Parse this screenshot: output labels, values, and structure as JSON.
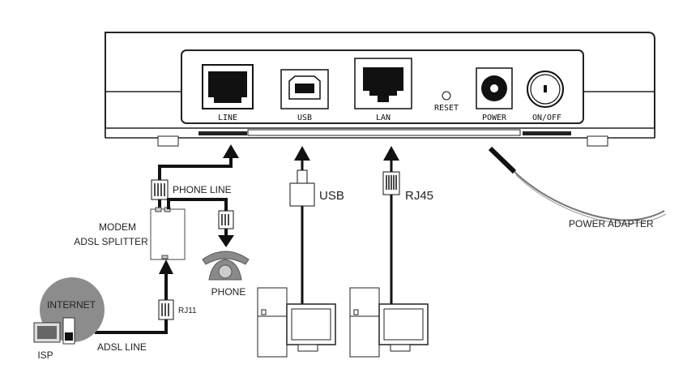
{
  "router": {
    "ports": {
      "line": "LINE",
      "usb": "USB",
      "lan": "LAN",
      "reset": "RESET",
      "power": "POWER",
      "onoff": "ON/OFF"
    }
  },
  "labels": {
    "phone_line": "PHONE LINE",
    "modem": "MODEM",
    "adsl_splitter": "ADSL SPLITTER",
    "phone": "PHONE",
    "rj11": "RJ11",
    "internet": "INTERNET",
    "isp": "ISP",
    "adsl_line": "ADSL LINE",
    "usb": "USB",
    "rj45": "RJ45",
    "power_adapter": "POWER ADAPTER"
  },
  "colors": {
    "cable": "#111111",
    "internet_cloud": "#8c8c8c",
    "phone": "#8a8a8a"
  }
}
